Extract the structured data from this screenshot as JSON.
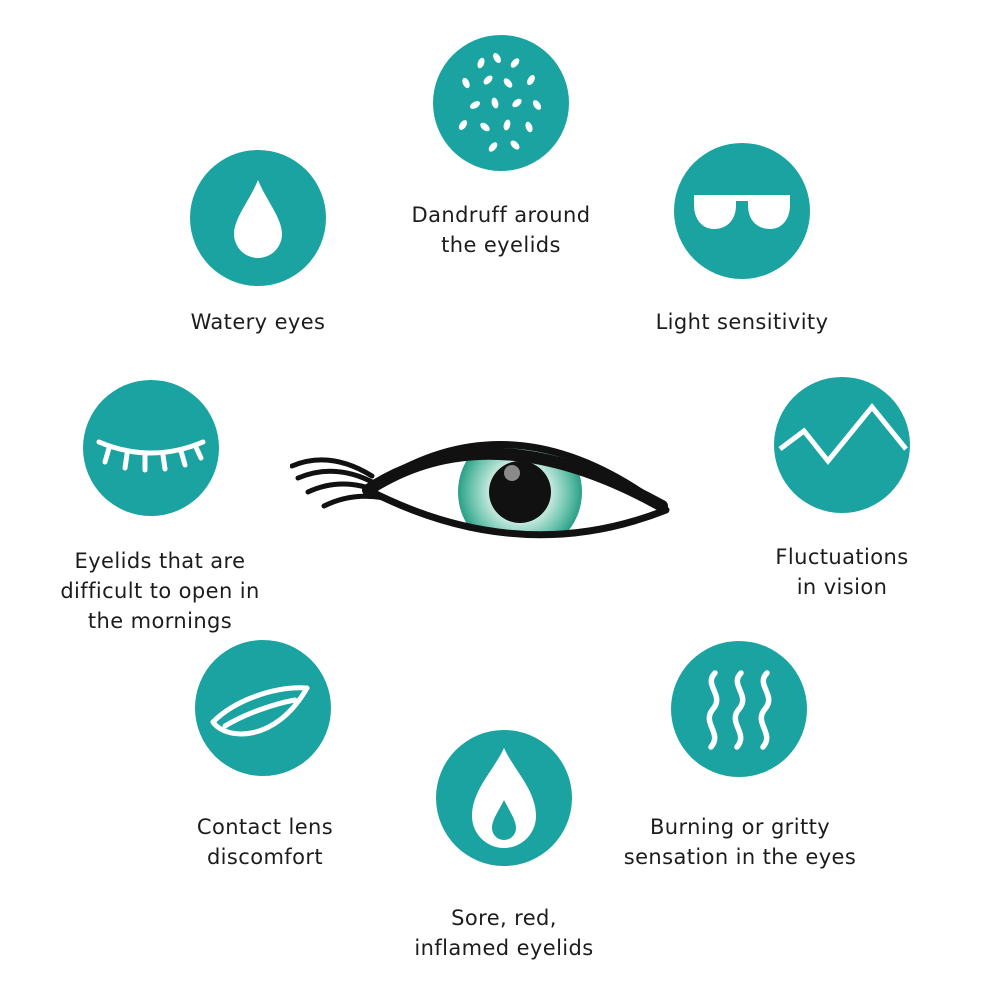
{
  "colors": {
    "teal": "#1aa3a1",
    "eye_outline": "#111111",
    "iris_light": "#e6f7f1",
    "iris_dark": "#2a9f86"
  },
  "symptoms": [
    {
      "id": "dandruff",
      "icon": "flakes-icon",
      "lines": [
        "Dandruff around",
        "the eyelids"
      ]
    },
    {
      "id": "light",
      "icon": "sunglasses-icon",
      "lines": [
        "Light sensitivity"
      ]
    },
    {
      "id": "fluct",
      "icon": "zigzag-line-icon",
      "lines": [
        "Fluctuations",
        "in vision"
      ]
    },
    {
      "id": "burning",
      "icon": "heat-waves-icon",
      "lines": [
        "Burning or gritty",
        "sensation in the eyes"
      ]
    },
    {
      "id": "sore",
      "icon": "flame-icon",
      "lines": [
        "Sore, red,",
        "inflamed eyelids"
      ]
    },
    {
      "id": "contact",
      "icon": "contact-lens-icon",
      "lines": [
        "Contact lens",
        "discomfort"
      ]
    },
    {
      "id": "eyelids",
      "icon": "closed-eye-lashes-icon",
      "lines": [
        "Eyelids that are",
        "difficult to open in",
        "the mornings"
      ]
    },
    {
      "id": "watery",
      "icon": "water-drop-icon",
      "lines": [
        "Watery eyes"
      ]
    }
  ],
  "center_icon": "eye-icon"
}
